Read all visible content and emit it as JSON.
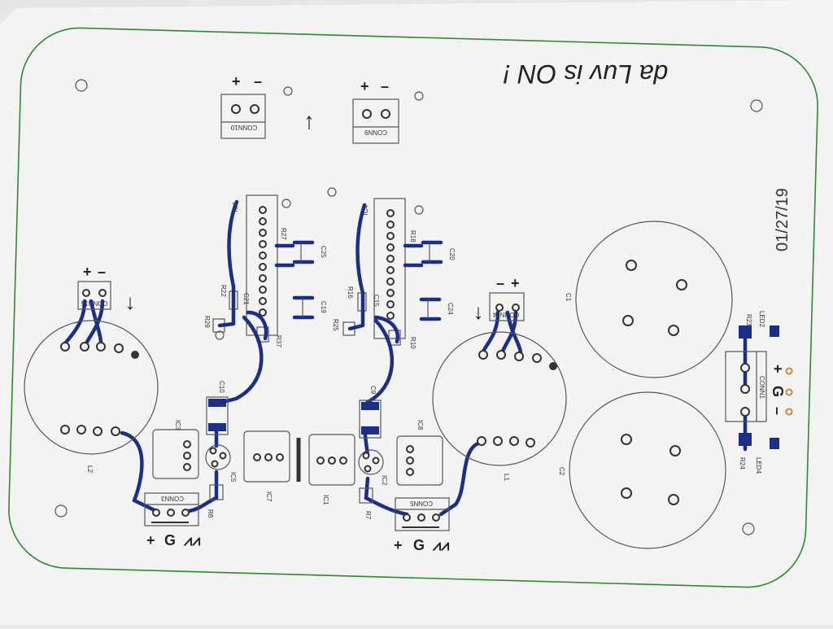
{
  "board": {
    "note": "da Luv is ON !",
    "date": "01/27/19",
    "outline_color": "#2f8a2f",
    "trace_color": "#1c2f86",
    "paper_color": "#f4f4f5"
  },
  "labels": {
    "conn10": "CONN10",
    "conn9": "CONN9",
    "conn16": "CONN16",
    "conn14": "CONN14",
    "conn1": "CONN1",
    "conn3": "CONN3",
    "conn5": "CONN5",
    "ic6": "IC6",
    "ic4": "IC4",
    "ic3": "IC3",
    "ic8": "IC8",
    "ic7": "IC7",
    "ic1": "IC1",
    "ic5": "IC5",
    "ic2": "IC2",
    "r27": "R27",
    "r22": "R22",
    "r29": "R29",
    "r37": "R37",
    "r18": "R18",
    "r16": "R16",
    "r25": "R25",
    "r10": "R10",
    "r8": "R8",
    "r7": "R7",
    "r23": "R23",
    "r24": "R24",
    "c25": "C25",
    "c19": "C19",
    "c21": "C21",
    "c20": "C20",
    "c24": "C24",
    "c15": "C15",
    "c10": "C10",
    "c9": "C9",
    "c1": "C1",
    "c2": "C2",
    "l1": "L1",
    "l2": "L2",
    "led2": "LED2",
    "led4": "LED4"
  },
  "symbols": {
    "plus": "+",
    "minus": "–",
    "ground": "G",
    "resistor": "⩘⩘",
    "arrow_up": "↑",
    "arrow_down": "↓"
  }
}
